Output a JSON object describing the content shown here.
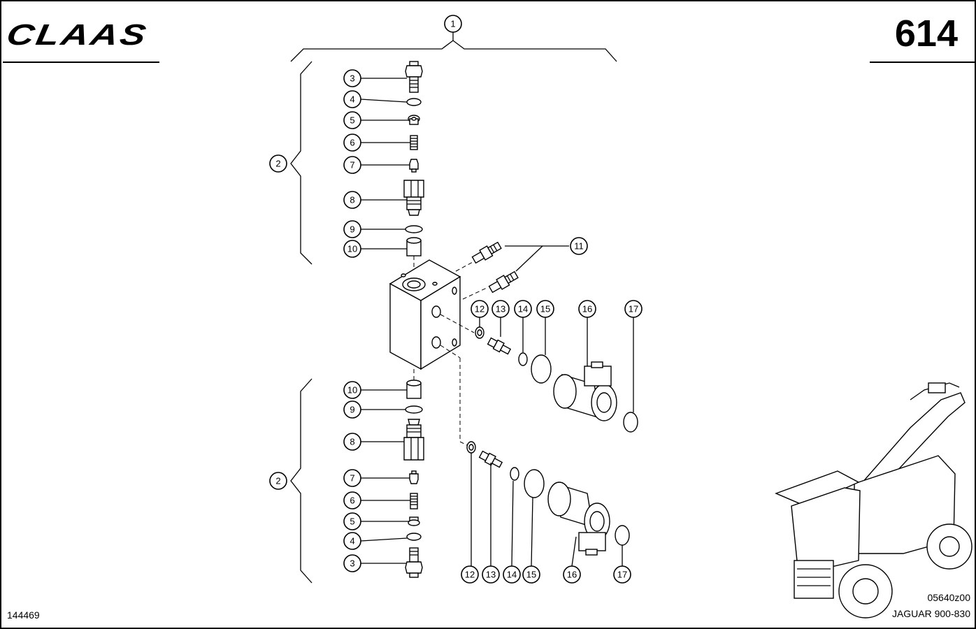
{
  "header": {
    "brand": "CLAAS",
    "page_number": "614"
  },
  "footer": {
    "drawing_number": "144469",
    "figure_code": "05640z00",
    "model": "JAGUAR 900-830"
  },
  "callouts": {
    "assembly": "1",
    "cartridge_top": "2",
    "cartridge_bottom": "2",
    "top": {
      "c3": "3",
      "c4": "4",
      "c5": "5",
      "c6": "6",
      "c7": "7",
      "c8": "8",
      "c9": "9",
      "c10": "10"
    },
    "fittings": "11",
    "upper_solenoid": {
      "c12": "12",
      "c13": "13",
      "c14": "14",
      "c15": "15",
      "c16": "16",
      "c17": "17"
    },
    "bottom": {
      "c10": "10",
      "c9": "9",
      "c8": "8",
      "c7": "7",
      "c6": "6",
      "c5": "5",
      "c4": "4",
      "c3": "3"
    },
    "lower_solenoid": {
      "c12": "12",
      "c13": "13",
      "c14": "14",
      "c15": "15",
      "c16": "16",
      "c17": "17"
    }
  }
}
